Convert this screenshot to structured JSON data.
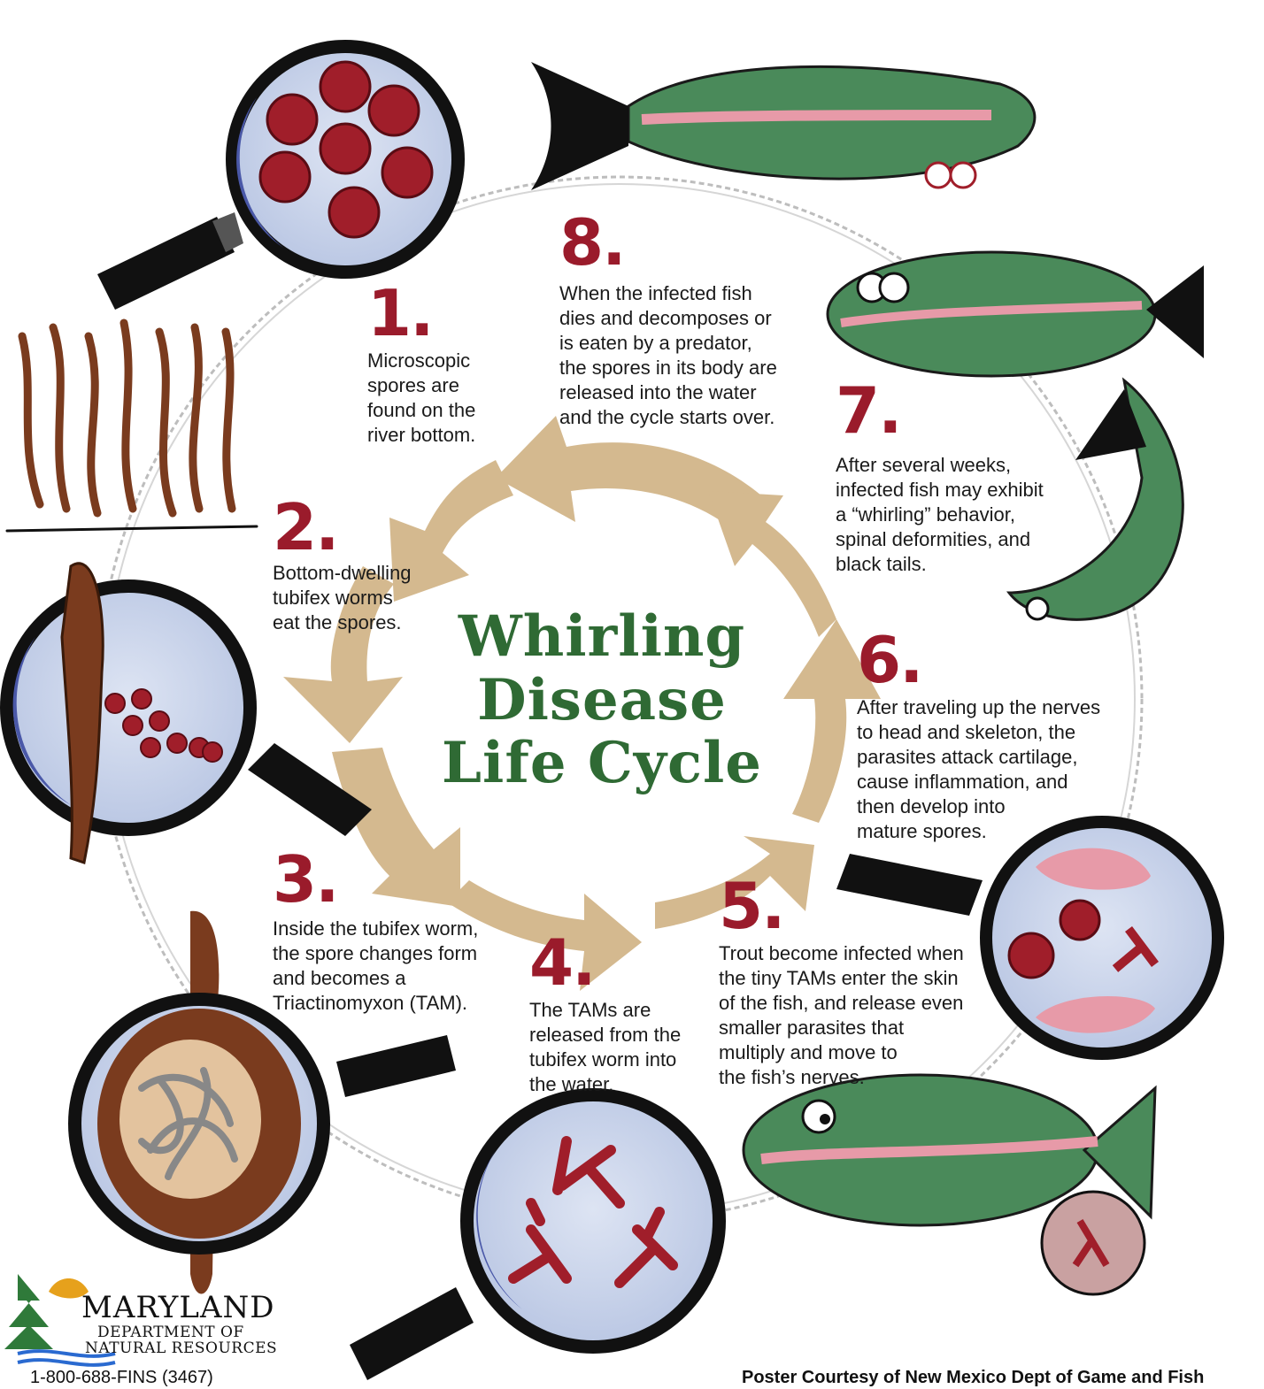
{
  "title": {
    "line1": "Whirling",
    "line2": "Disease",
    "line3": "Life Cycle"
  },
  "steps": [
    {
      "number": "1.",
      "text": "Microscopic\nspores are\nfound on the\nriver bottom."
    },
    {
      "number": "2.",
      "text": "Bottom-dwelling\ntubifex worms\neat the spores."
    },
    {
      "number": "3.",
      "text": "Inside the tubifex worm,\nthe spore changes form\nand becomes a\nTriactinomyxon (TAM)."
    },
    {
      "number": "4.",
      "text": "The TAMs are\nreleased from the\ntubifex worm into\nthe water."
    },
    {
      "number": "5.",
      "text": "Trout become infected when\nthe tiny TAMs enter the skin\nof the fish, and release even\nsmaller parasites that\nmultiply and move to\nthe fish’s nerves."
    },
    {
      "number": "6.",
      "text": "After traveling up the nerves\nto head and skeleton, the\nparasites attack cartilage,\ncause inflammation, and\nthen develop into\nmature spores."
    },
    {
      "number": "7.",
      "text": "After several weeks,\ninfected fish may exhibit\na “whirling” behavior,\nspinal deformities, and\nblack tails."
    },
    {
      "number": "8.",
      "text": "When the infected fish\ndies and decomposes or\nis eaten by a predator,\nthe spores in its body are\nreleased into the water\nand the cycle starts over."
    }
  ],
  "logo": {
    "name": "MARYLAND",
    "line1": "DEPARTMENT OF",
    "line2": "NATURAL RESOURCES"
  },
  "footer": {
    "phone": "1-800-688-FINS (3467)",
    "credit": "Poster Courtesy of New Mexico Dept of Game and Fish"
  },
  "colors": {
    "arrow": "#d4b98f",
    "number": "#9a1b2b",
    "title": "#2f6a34",
    "spore": "#a01e2a",
    "worm": "#7a3b1e",
    "lens": "#c9d3ea",
    "fish": "#4a8a5a"
  }
}
